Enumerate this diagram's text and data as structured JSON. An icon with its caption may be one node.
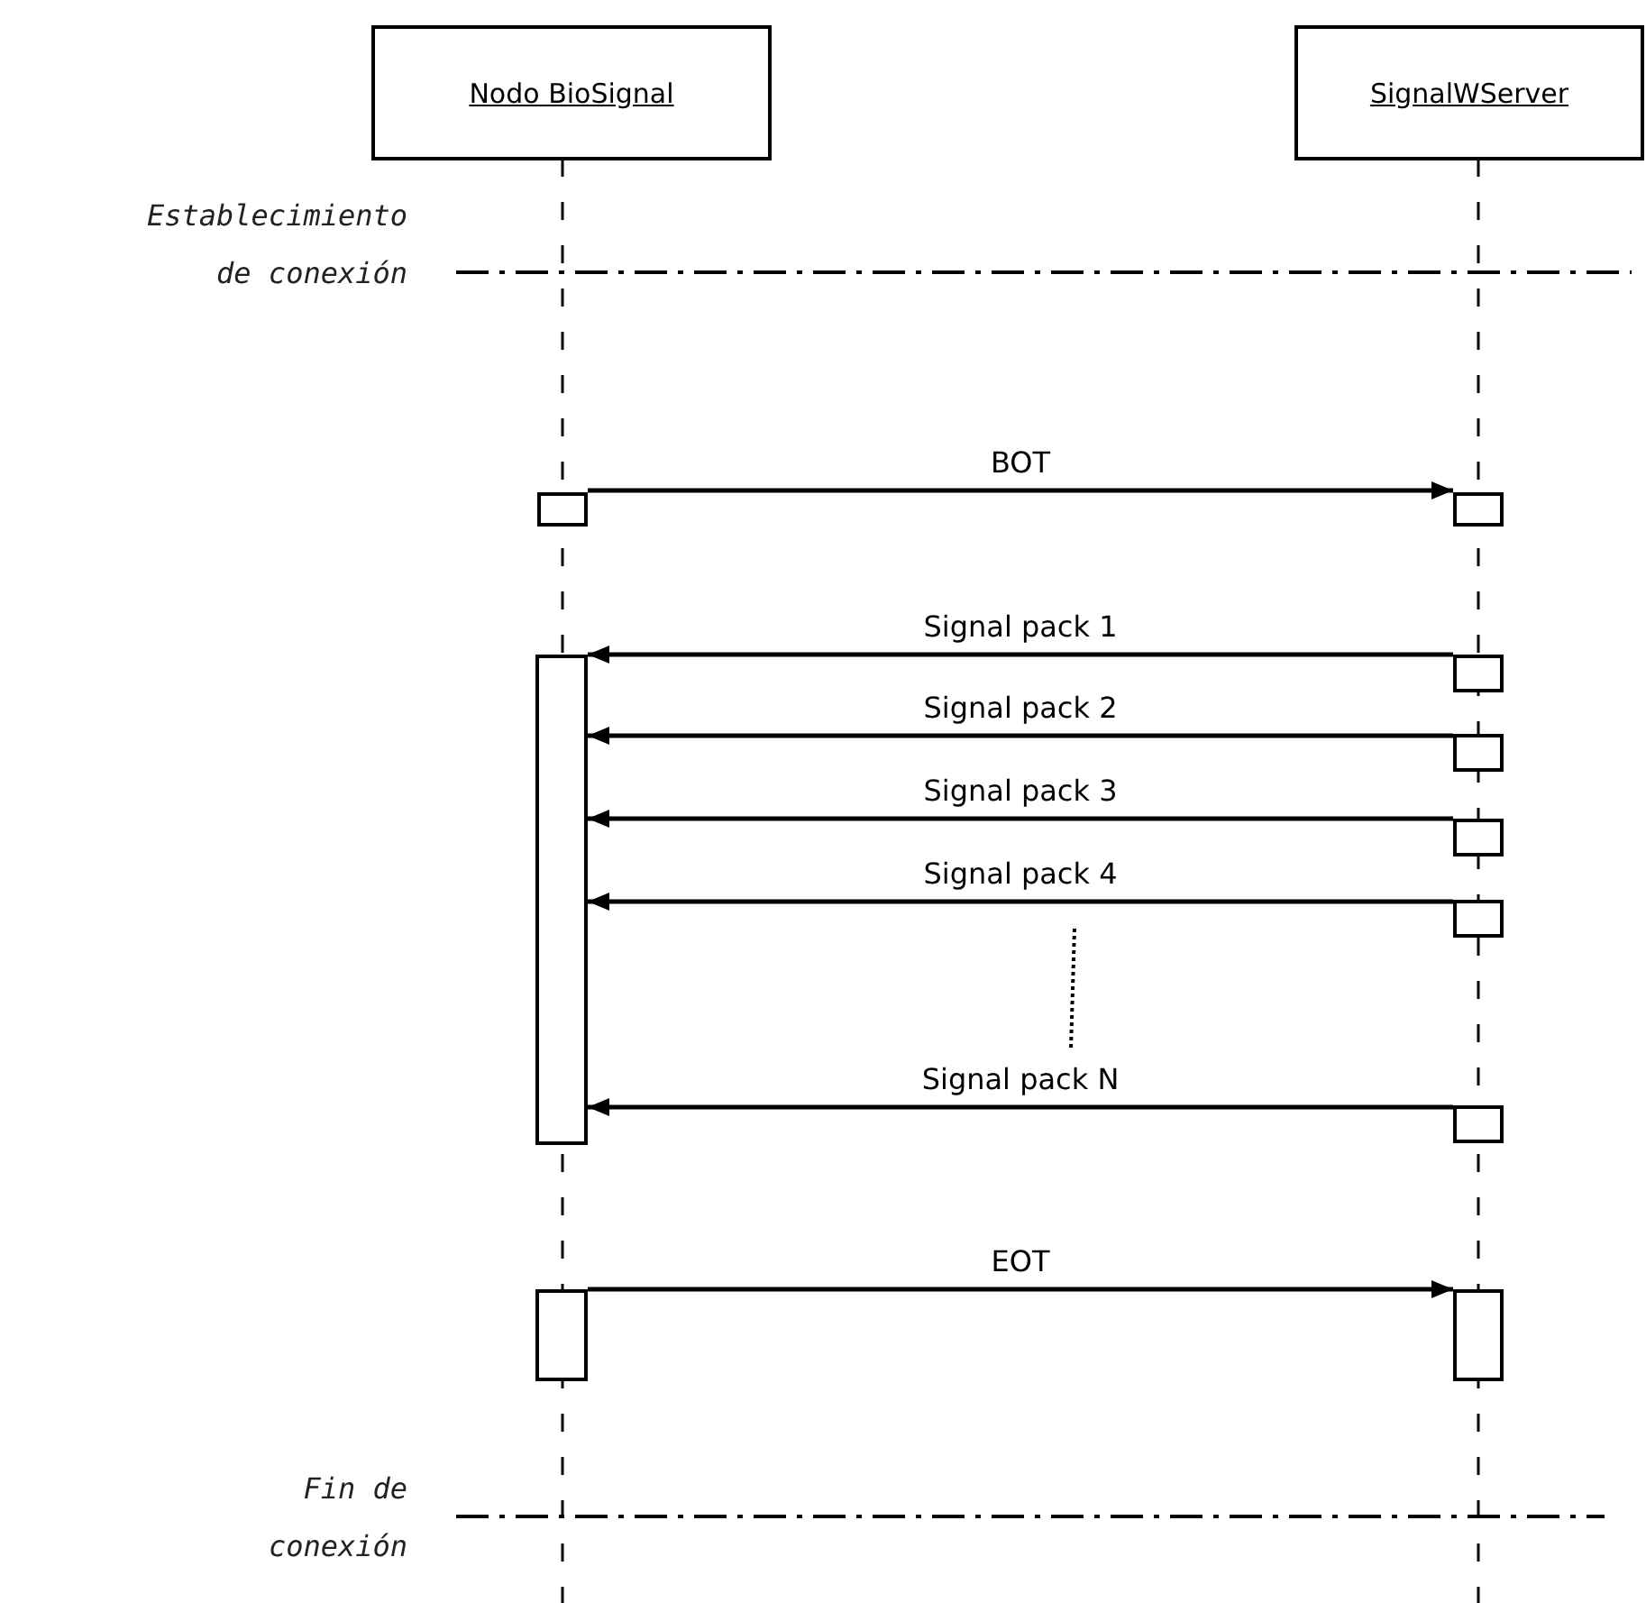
{
  "diagram": {
    "nodes": [
      {
        "text": [
          "Nodo BioSignal"
        ]
      },
      {
        "text": [
          "SignalWServer"
        ]
      },
      {
        "text": [],
        "shape": "box"
      },
      {
        "text": [],
        "shape": "box"
      },
      {
        "text": [],
        "shape": "box"
      },
      {
        "text": [],
        "shape": "box"
      },
      {
        "text": [],
        "shape": "box"
      },
      {
        "text": [],
        "shape": "box"
      },
      {
        "text": [],
        "shape": "box"
      },
      {
        "text": [],
        "shape": "box"
      },
      {
        "text": [],
        "shape": "box"
      },
      {
        "text": [],
        "shape": "box"
      }
    ],
    "edges": [
      {
        "from": 2,
        "to": 3,
        "arrow": "to",
        "label": "BOT"
      },
      {
        "from": 5,
        "to": 4,
        "arrow": "to",
        "label": "Signal pack 1"
      },
      {
        "from": 6,
        "to": 4,
        "arrow": "to",
        "label": "Signal pack 2"
      },
      {
        "from": 7,
        "to": 4,
        "arrow": "to",
        "label": "Signal pack 3"
      },
      {
        "from": 8,
        "to": 4,
        "arrow": "to",
        "label": "Signal pack 4"
      },
      {
        "from": 9,
        "to": 4,
        "arrow": "to",
        "label": "Signal pack N"
      },
      {
        "from": 10,
        "to": 11,
        "arrow": "to",
        "label": "EOT"
      }
    ],
    "labels": [
      "Establecimiento de conexión",
      "Fin de conexión"
    ]
  }
}
